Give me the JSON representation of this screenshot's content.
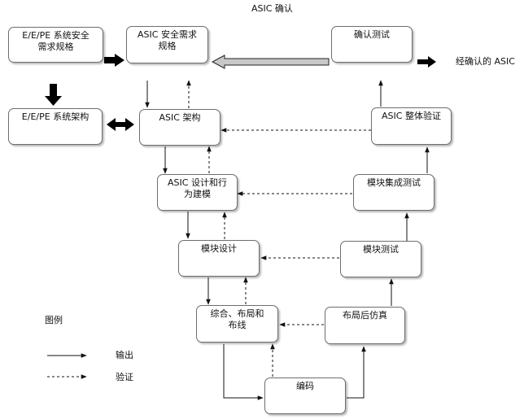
{
  "title": "ASIC 确认",
  "nodes": {
    "eepe_req": "E/E/PE 系统安全\n需求规格",
    "asic_req": "ASIC 安全需求\n规格",
    "validation_test": "确认测试",
    "eepe_arch": "E/E/PE 系统架构",
    "asic_arch": "ASIC 架构",
    "asic_verify": "ASIC 整体验证",
    "asic_design": "ASIC 设计和行\n为建模",
    "module_integ": "模块集成测试",
    "module_design": "模块设计",
    "module_test": "模块测试",
    "synthesis": "综合、布局和\n布线",
    "post_layout": "布局后仿真",
    "coding": "编码"
  },
  "output_label": "经确认的 ASIC",
  "legend": {
    "title": "图例",
    "output": "输出",
    "verify": "验证"
  }
}
